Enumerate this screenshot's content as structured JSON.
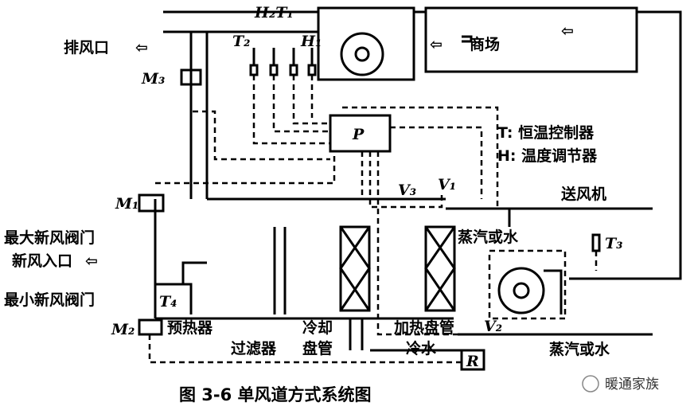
{
  "labels": {
    "h2t1": "H₂T₁",
    "t2": "T₂",
    "h1": "H₁",
    "exhaust_outlet": "排风口",
    "mall": "商场",
    "m3": "M₃",
    "p": "P",
    "legend_t": "T: 恒温控制器",
    "legend_h": "H: 温度调节器",
    "v3": "V₃",
    "v1": "V₁",
    "supply_fan": "送风机",
    "m1": "M₁",
    "max_fresh_damper": "最大新风阀门",
    "fresh_inlet": "新风入口",
    "min_fresh_damper": "最小新风阀门",
    "t4": "T₄",
    "m2": "M₂",
    "preheater": "预热器",
    "filter": "过滤器",
    "cooling_coil_1": "冷却",
    "cooling_coil_2": "盘管",
    "heating_coil": "加热盘管",
    "steam_or_water_top": "蒸汽或水",
    "t3": "T₃",
    "v2": "V₂",
    "cold_water": "冷水",
    "r": "R",
    "steam_or_water_bottom": "蒸汽或水"
  },
  "caption": "图 3-6   单风道方式系统图",
  "watermark": "暖通家族"
}
